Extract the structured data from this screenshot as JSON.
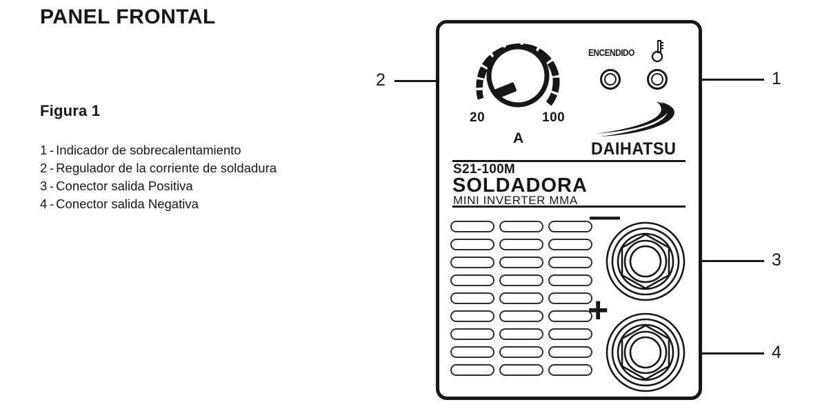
{
  "document": {
    "title": "PANEL FRONTAL",
    "figure_title": "Figura 1",
    "legend": [
      {
        "num": "1",
        "dash": "-",
        "text": "Indicador de sobrecalentamiento"
      },
      {
        "num": "2",
        "dash": "-",
        "text": "Regulador de la corriente de soldadura"
      },
      {
        "num": "3",
        "dash": "-",
        "text": "Conector salida Positiva"
      },
      {
        "num": "4",
        "dash": "-",
        "text": "Conector salida Negativa"
      }
    ]
  },
  "callouts": [
    {
      "id": "1",
      "label": "1"
    },
    {
      "id": "2",
      "label": "2"
    },
    {
      "id": "3",
      "label": "3"
    },
    {
      "id": "4",
      "label": "4"
    }
  ],
  "panel": {
    "dial": {
      "min_label": "20",
      "max_label": "100",
      "unit_label": "A",
      "segment_count": 9
    },
    "indicators": {
      "power_label": "ENCENDIDO",
      "thermo_icon": "thermometer-icon"
    },
    "brand": {
      "mark_icon": "daihatsu-swoosh-icon",
      "name": "DAIHATSU"
    },
    "model": {
      "code": "S21-100M",
      "name": "SOLDADORA",
      "subtitle": "MINI INVERTER MMA"
    },
    "vent": {
      "rows": 9,
      "columns": 3
    },
    "connectors": {
      "negative_symbol": "—",
      "positive_symbol": "+"
    }
  },
  "colors": {
    "ink": "#17171b",
    "paper": "#ffffff",
    "vent_stroke": "#2b2b30"
  }
}
